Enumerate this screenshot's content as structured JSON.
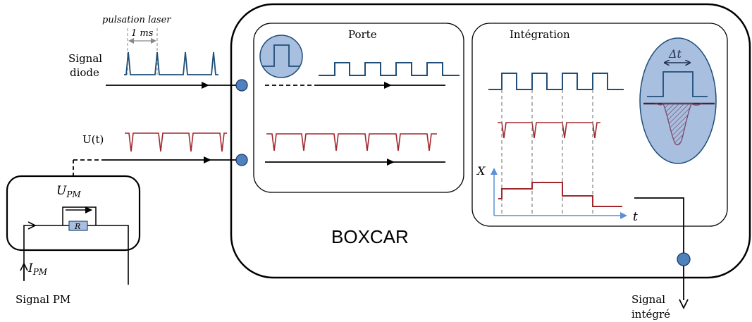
{
  "labels": {
    "pulsation_laser": "pulsation laser",
    "period": "1 ms",
    "signal_diode_line1": "Signal",
    "signal_diode_line2": "diode",
    "u_t": "U(t)",
    "u_pm_main": "U",
    "u_pm_sub": "PM",
    "resistor": "R",
    "i_pm_main": "I",
    "i_pm_sub": "PM",
    "signal_pm": "Signal PM",
    "porte": "Porte",
    "integration": "Intégration",
    "delta_t": "Δt",
    "axis_x": "X",
    "axis_t": "t",
    "boxcar": "BOXCAR",
    "signal_integre_line1": "Signal",
    "signal_integre_line2": "intégré"
  },
  "colors": {
    "blue_signal": "#1f4e79",
    "red_signal": "#a0282d",
    "inset_fill": "#a8bfe0",
    "node_fill": "#4f81bd",
    "axis_blue": "#5b8fd6",
    "grey_dash": "#777777"
  }
}
